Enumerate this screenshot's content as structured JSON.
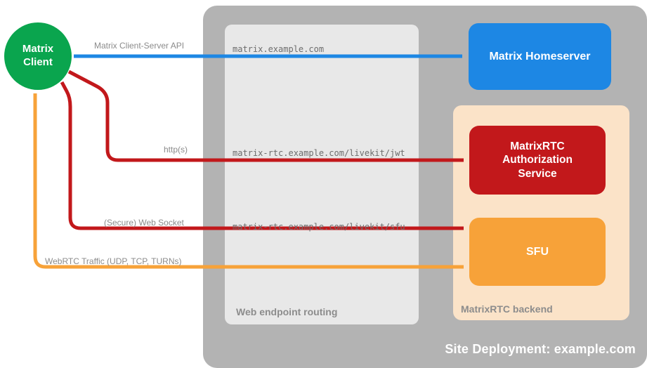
{
  "containers": {
    "site_deployment": {
      "label": "Site Deployment: example.com",
      "color": "#b3b3b3"
    },
    "web_endpoint_routing": {
      "label": "Web endpoint routing",
      "color": "#e8e8e8"
    },
    "matrixrtc_backend": {
      "label": "MatrixRTC backend",
      "color": "#fbe3c8"
    }
  },
  "nodes": {
    "matrix_client": {
      "label": "Matrix Client",
      "shape": "circle",
      "color": "#0aa54e",
      "text_color": "#ffffff"
    },
    "matrix_homeserver": {
      "label": "Matrix Homeserver",
      "shape": "rounded-rect",
      "color": "#1d87e4",
      "text_color": "#ffffff"
    },
    "matrixrtc_authorization_service": {
      "label": "MatrixRTC Authorization Service",
      "shape": "rounded-rect",
      "color": "#c2181b",
      "text_color": "#ffffff"
    },
    "sfu": {
      "label": "SFU",
      "shape": "rounded-rect",
      "color": "#f7a239",
      "text_color": "#ffffff"
    }
  },
  "edges": [
    {
      "name": "client-homeserver",
      "label": "Matrix Client-Server API",
      "endpoint": "matrix.example.com",
      "color": "#1d87e4",
      "bidirectional": true
    },
    {
      "name": "client-authorization-service",
      "label": "http(s)",
      "endpoint": "matrix-rtc.example.com/livekit/jwt",
      "color": "#c2181b",
      "bidirectional": true
    },
    {
      "name": "client-sfu-websocket",
      "label": "(Secure) Web Socket",
      "endpoint": "matrix-rtc.example.com/livekit/sfu",
      "color": "#c2181b",
      "bidirectional": true
    },
    {
      "name": "client-sfu-webrtc",
      "label": "WebRTC Traffic (UDP, TCP, TURNs)",
      "color": "#f7a239",
      "bidirectional": true
    }
  ]
}
